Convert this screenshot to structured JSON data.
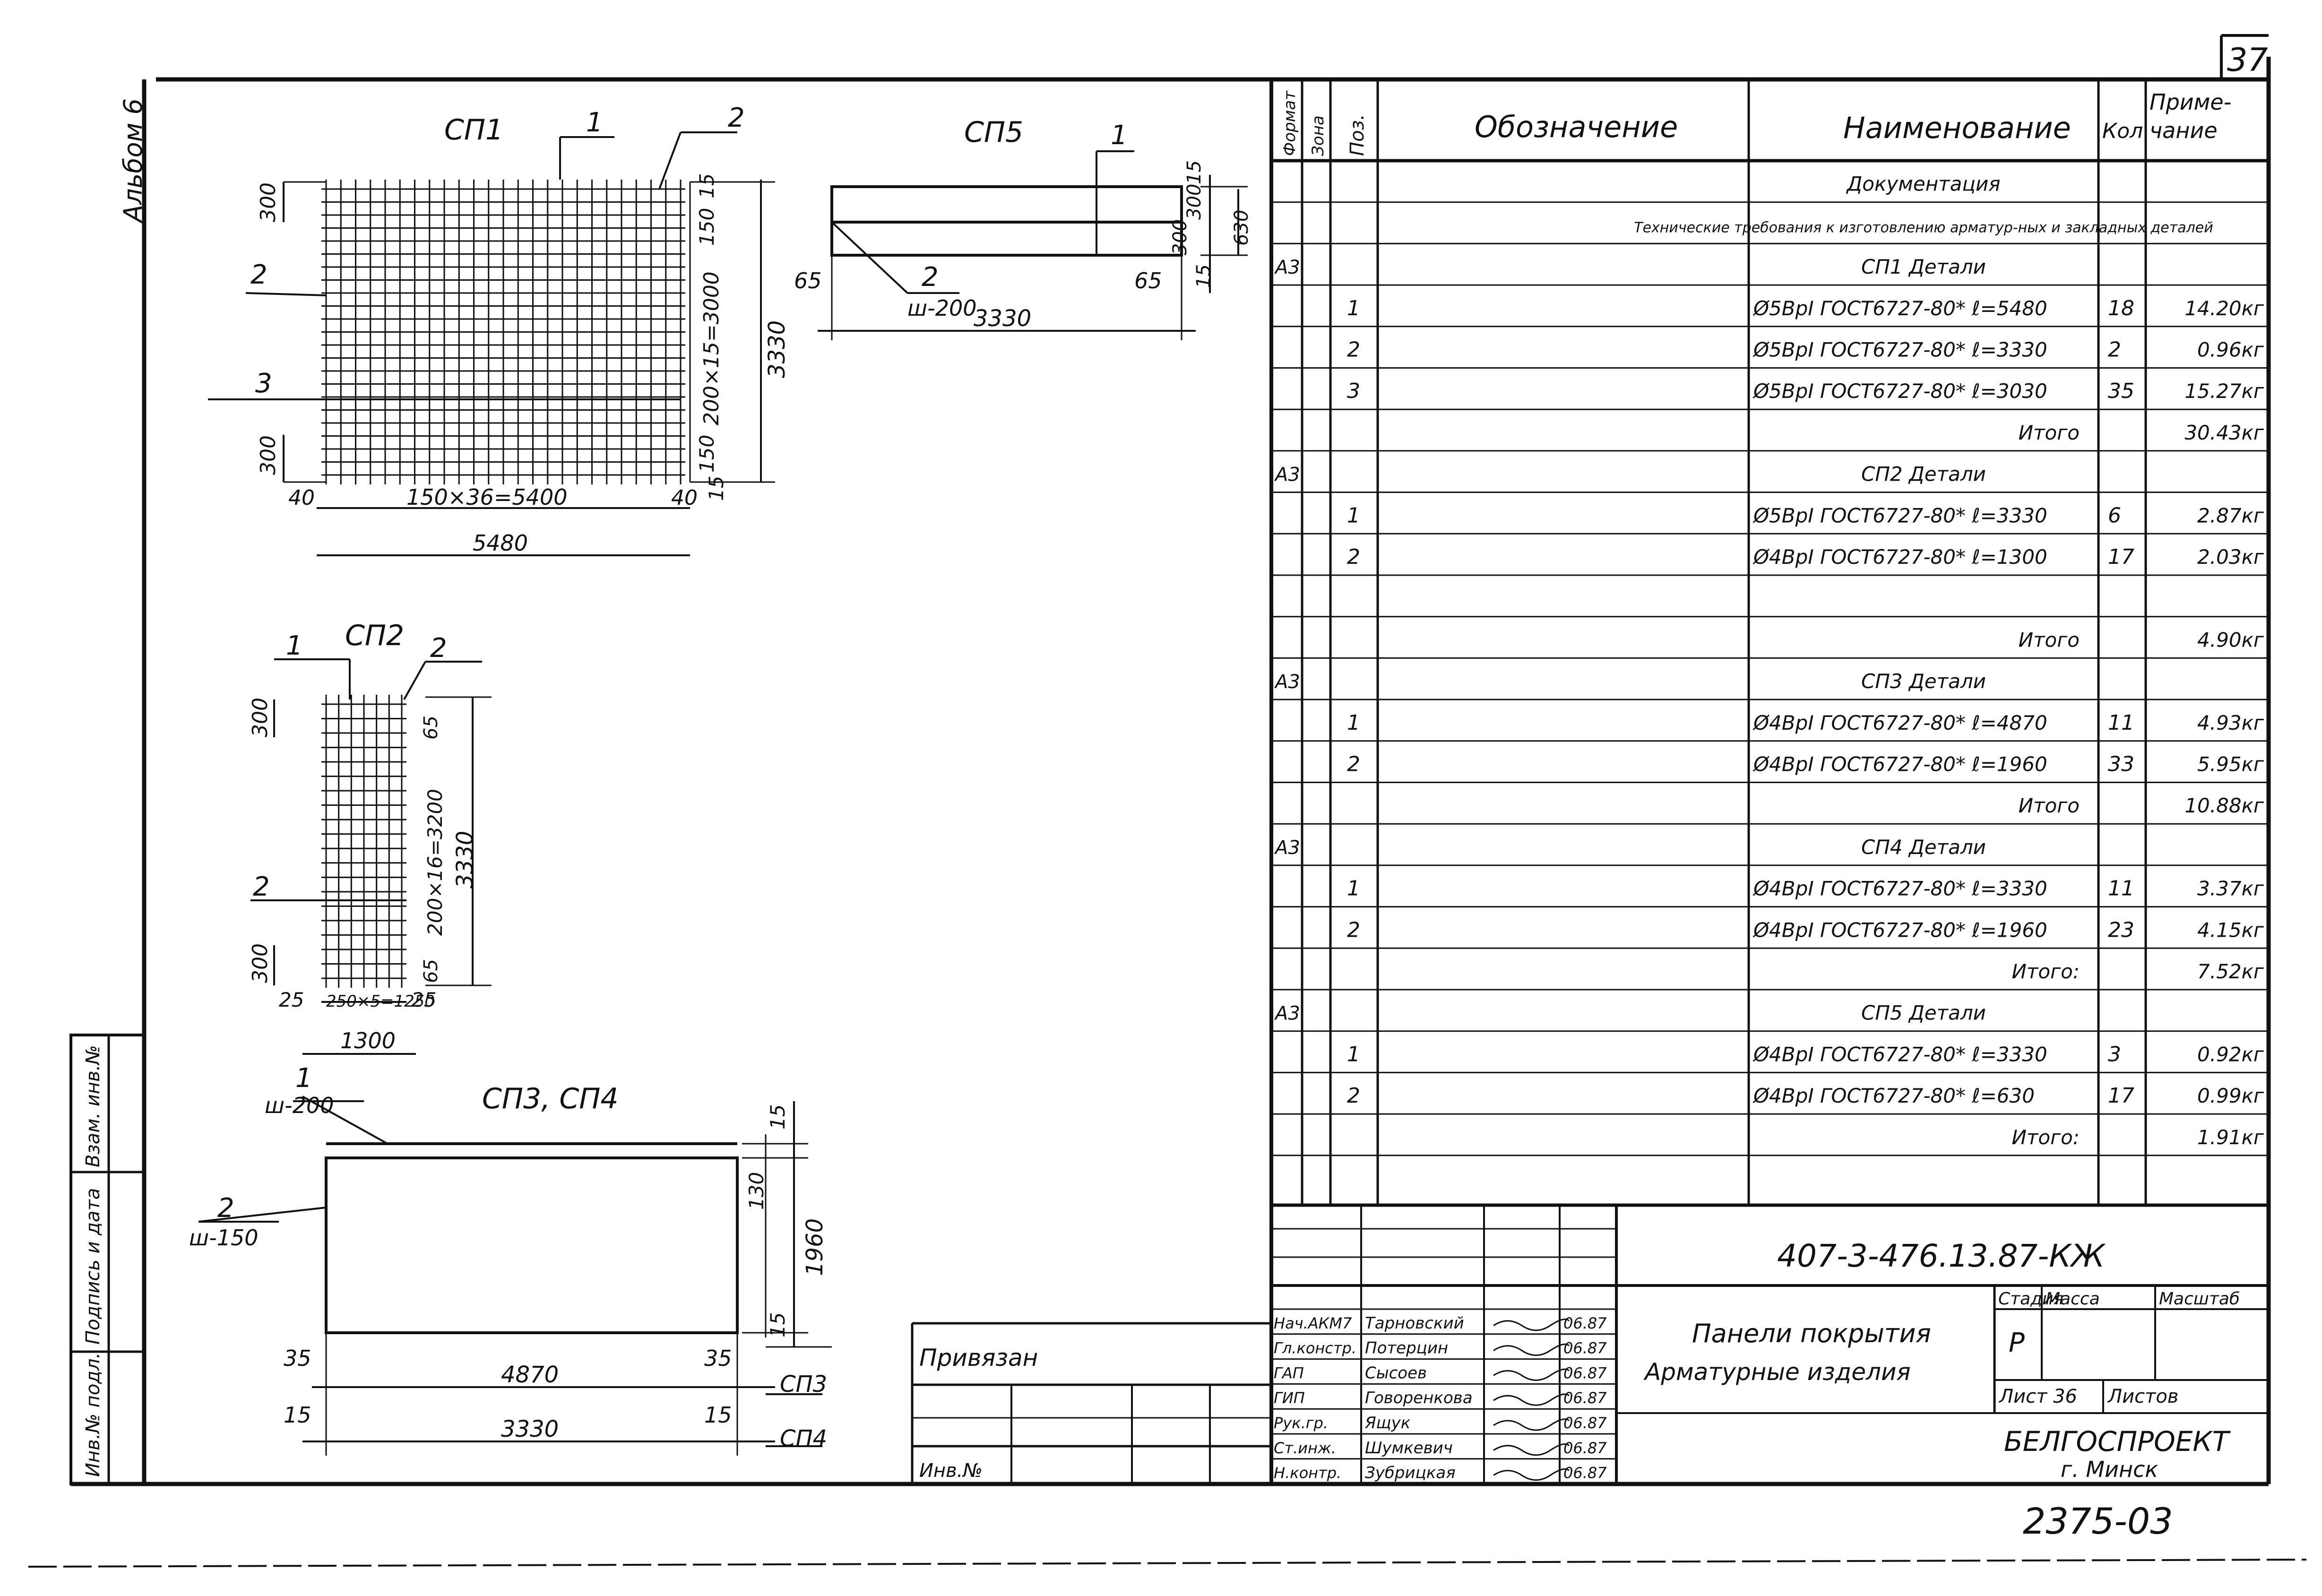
{
  "sheet": {
    "page_number": "37",
    "album_label": "Альбом 6",
    "archive_number": "2375-03",
    "attached_label": "Привязан",
    "inv_label": "Инв.№"
  },
  "side_stamp": [
    "Инв.№ подл.",
    "Подпись и дата",
    "Взам. инв.№"
  ],
  "drawings": {
    "sp1": {
      "title": "СП1",
      "dims": {
        "top_300": "300",
        "bottom_300": "300",
        "left_40": "40",
        "right_40": "40",
        "inner": "150×36=5400",
        "total": "5480",
        "r15a": "15",
        "r150a": "150",
        "r_inner": "200×15=3000",
        "r150b": "150",
        "r15b": "15",
        "r_total": "3330"
      },
      "callouts": [
        "1",
        "2",
        "2",
        "3"
      ]
    },
    "sp5": {
      "title": "СП5",
      "dims": {
        "left": "65",
        "right": "65",
        "length": "3330",
        "spacing": "ш-200",
        "r15a": "15",
        "r300": "300",
        "r300b": "300",
        "r630": "630",
        "r15b": "15"
      },
      "callouts": [
        "1",
        "2"
      ]
    },
    "sp2": {
      "title": "СП2",
      "dims": {
        "top_300": "300",
        "bottom_300": "300",
        "left": "25",
        "right": "25",
        "inner": "250×5=1250",
        "total": "1300",
        "r65a": "65",
        "r_inner": "200×16=3200",
        "r65b": "65",
        "r_total": "3330"
      },
      "callouts": [
        "1",
        "2",
        "2"
      ]
    },
    "sp34": {
      "title": "СП3, СП4",
      "dims": {
        "top_spacing": "ш-200",
        "side_spacing": "ш-150",
        "r15a": "15",
        "r130": "130",
        "r1960": "1960",
        "r15b": "15",
        "left35": "35",
        "right35": "35",
        "len_sp3": "4870",
        "left15": "15",
        "right15": "15",
        "len_sp4": "3330",
        "sp3_label": "СП3",
        "sp4_label": "СП4"
      },
      "callouts": [
        "1",
        "2"
      ]
    }
  },
  "spec_table": {
    "headers": {
      "format": "Формат",
      "zone": "Зона",
      "pos": "Поз.",
      "designation": "Обозначение",
      "name": "Наименование",
      "qty": "Кол",
      "note": "Приме-чание"
    },
    "rows": [
      {
        "format": "",
        "pos": "",
        "name": "Документация",
        "qty": "",
        "note": "",
        "kind": "section"
      },
      {
        "format": "",
        "pos": "",
        "name": "Технические требования к изготовлению арматур-ных и закладных деталей",
        "qty": "",
        "note": "",
        "kind": "multi"
      },
      {
        "format": "А3",
        "pos": "",
        "name": "СП1 Детали",
        "qty": "",
        "note": "",
        "kind": "section"
      },
      {
        "format": "",
        "pos": "1",
        "name": "Ø5ВрI ГОСТ6727-80* ℓ=5480",
        "qty": "18",
        "note": "14.20кг"
      },
      {
        "format": "",
        "pos": "2",
        "name": "Ø5ВрI ГОСТ6727-80* ℓ=3330",
        "qty": "2",
        "note": "0.96кг"
      },
      {
        "format": "",
        "pos": "3",
        "name": "Ø5ВрI ГОСТ6727-80* ℓ=3030",
        "qty": "35",
        "note": "15.27кг"
      },
      {
        "format": "",
        "pos": "",
        "name": "Итого",
        "qty": "",
        "note": "30.43кг",
        "kind": "total"
      },
      {
        "format": "А3",
        "pos": "",
        "name": "СП2 Детали",
        "qty": "",
        "note": "",
        "kind": "section"
      },
      {
        "format": "",
        "pos": "1",
        "name": "Ø5ВрI ГОСТ6727-80* ℓ=3330",
        "qty": "6",
        "note": "2.87кг"
      },
      {
        "format": "",
        "pos": "2",
        "name": "Ø4ВрI ГОСТ6727-80* ℓ=1300",
        "qty": "17",
        "note": "2.03кг"
      },
      {
        "format": "",
        "pos": "",
        "name": "",
        "qty": "",
        "note": "",
        "kind": "blank"
      },
      {
        "format": "",
        "pos": "",
        "name": "Итого",
        "qty": "",
        "note": "4.90кг",
        "kind": "total"
      },
      {
        "format": "А3",
        "pos": "",
        "name": "СП3 Детали",
        "qty": "",
        "note": "",
        "kind": "section"
      },
      {
        "format": "",
        "pos": "1",
        "name": "Ø4ВрI ГОСТ6727-80* ℓ=4870",
        "qty": "11",
        "note": "4.93кг"
      },
      {
        "format": "",
        "pos": "2",
        "name": "Ø4ВрI ГОСТ6727-80* ℓ=1960",
        "qty": "33",
        "note": "5.95кг"
      },
      {
        "format": "",
        "pos": "",
        "name": "Итого",
        "qty": "",
        "note": "10.88кг",
        "kind": "total"
      },
      {
        "format": "А3",
        "pos": "",
        "name": "СП4 Детали",
        "qty": "",
        "note": "",
        "kind": "section"
      },
      {
        "format": "",
        "pos": "1",
        "name": "Ø4ВрI ГОСТ6727-80* ℓ=3330",
        "qty": "11",
        "note": "3.37кг"
      },
      {
        "format": "",
        "pos": "2",
        "name": "Ø4ВрI ГОСТ6727-80* ℓ=1960",
        "qty": "23",
        "note": "4.15кг"
      },
      {
        "format": "",
        "pos": "",
        "name": "Итого:",
        "qty": "",
        "note": "7.52кг",
        "kind": "total"
      },
      {
        "format": "А3",
        "pos": "",
        "name": "СП5 Детали",
        "qty": "",
        "note": "",
        "kind": "section"
      },
      {
        "format": "",
        "pos": "1",
        "name": "Ø4ВрI ГОСТ6727-80* ℓ=3330",
        "qty": "3",
        "note": "0.92кг"
      },
      {
        "format": "",
        "pos": "2",
        "name": "Ø4ВрI ГОСТ6727-80* ℓ=630",
        "qty": "17",
        "note": "0.99кг"
      },
      {
        "format": "",
        "pos": "",
        "name": "Итого:",
        "qty": "",
        "note": "1.91кг",
        "kind": "total"
      }
    ]
  },
  "title_block": {
    "code": "407-3-476.13.87-КЖ",
    "title_line1": "Панели покрытия",
    "title_line2": "Арматурные изделия",
    "stage_label": "Стадия",
    "mass_label": "Масса",
    "scale_label": "Масштаб",
    "stage": "Р",
    "sheet_label": "Лист 36",
    "sheets_label": "Листов",
    "org": "БЕЛГОСПРОЕКТ",
    "city": "г. Минск",
    "signers": [
      {
        "role": "Нач.АКМ7",
        "name": "Тарновский",
        "date": "06.87"
      },
      {
        "role": "Гл.констр.",
        "name": "Потерцин",
        "date": "06.87"
      },
      {
        "role": "ГАП",
        "name": "Сысоев",
        "date": "06.87"
      },
      {
        "role": "ГИП",
        "name": "Говоренкова",
        "date": "06.87"
      },
      {
        "role": "Рук.гр.",
        "name": "Ящук",
        "date": "06.87"
      },
      {
        "role": "Ст.инж.",
        "name": "Шумкевич",
        "date": "06.87"
      },
      {
        "role": "Н.контр.",
        "name": "Зубрицкая",
        "date": "06.87"
      }
    ]
  }
}
